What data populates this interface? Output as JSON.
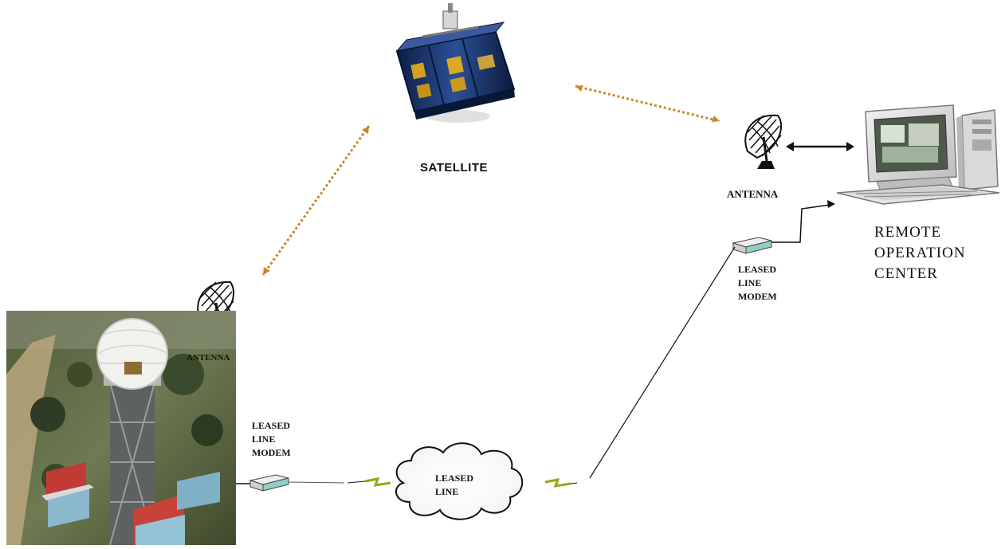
{
  "nodes": {
    "satellite": {
      "label": "SATELLITE",
      "icon": "satellite-icon"
    },
    "antenna_remote": {
      "label": "ANTENNA",
      "icon": "satellite-dish-icon"
    },
    "antenna_site": {
      "label": "ANTENNA",
      "icon": "satellite-dish-icon"
    },
    "remote_center": {
      "label": "REMOTE\nOPERATION\nCENTER",
      "icon": "desktop-computer-icon"
    },
    "modem_remote": {
      "label": "LEASED\nLINE\nMODEM",
      "icon": "modem-icon"
    },
    "modem_site": {
      "label": "LEASED\nLINE\nMODEM",
      "icon": "modem-icon"
    },
    "leased_line": {
      "label": "LEASED\nLINE",
      "icon": "cloud-icon"
    },
    "radar_site": {
      "icon": "radar-tower-photo"
    }
  },
  "links": [
    {
      "from": "satellite",
      "to": "antenna_site",
      "style": "dotted-double-arrow"
    },
    {
      "from": "satellite",
      "to": "antenna_remote",
      "style": "dotted-double-arrow"
    },
    {
      "from": "antenna_remote",
      "to": "remote_center",
      "style": "solid-double-arrow"
    },
    {
      "from": "modem_remote",
      "to": "remote_center",
      "style": "solid-arrow"
    },
    {
      "from": "leased_line",
      "to": "modem_remote",
      "style": "solid-line"
    },
    {
      "from": "modem_site",
      "to": "radar_site",
      "style": "solid-arrow"
    },
    {
      "from": "modem_site",
      "to": "leased_line",
      "style": "solid-line"
    }
  ],
  "colors": {
    "satellite_link": "#c8872a",
    "line": "#222222",
    "satellite_body": "#1f3a74",
    "satellite_panel": "#d2a21e",
    "modem": "#8fd0c4",
    "lightning": "#9aa51a"
  }
}
